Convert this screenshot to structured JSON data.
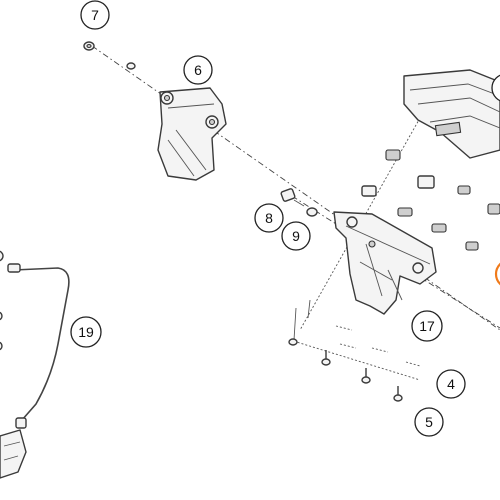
{
  "callouts": {
    "c7": "7",
    "c6": "6",
    "c8": "8",
    "c9": "9",
    "c19": "19",
    "c17": "17",
    "c4": "4",
    "c5": "5"
  },
  "colors": {
    "accent": "#f07a1a",
    "line": "#3a3a3a"
  }
}
